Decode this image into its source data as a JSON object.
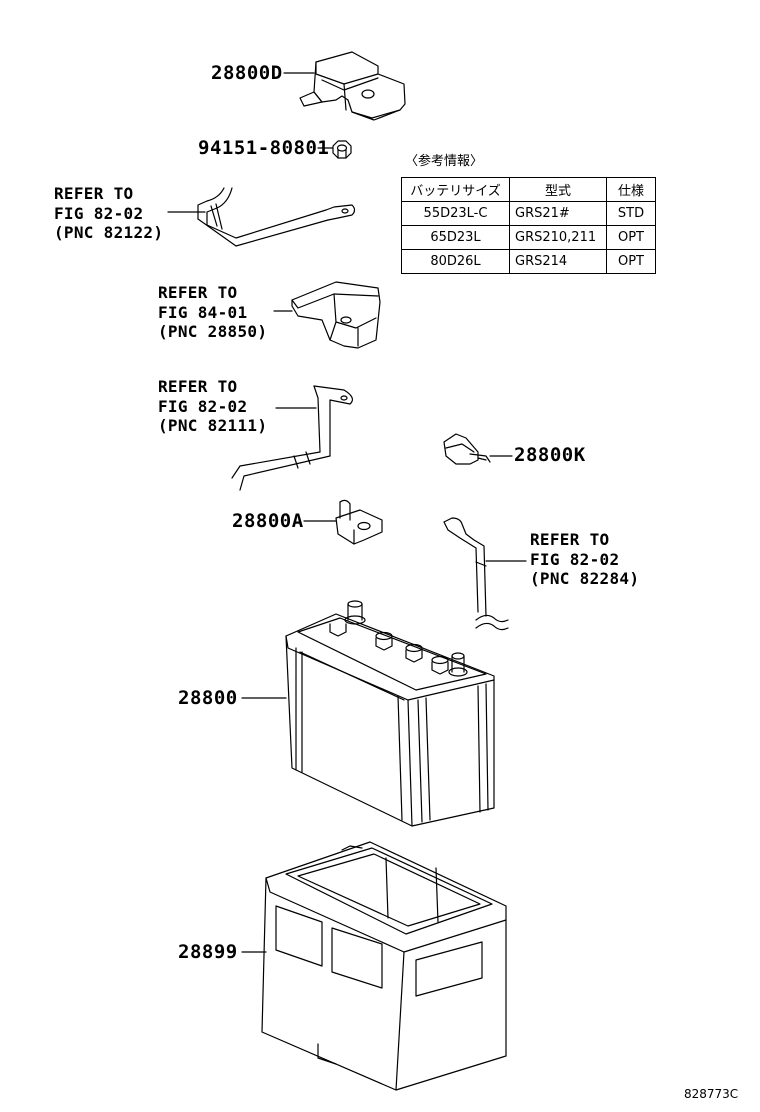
{
  "callouts": {
    "clamp_cover": "28800D",
    "nut": "94151-80801",
    "hold_down": "28800K",
    "terminal": "28800A",
    "battery": "28800",
    "tray": "28899"
  },
  "references": {
    "cable_82122": "REFER TO\nFIG 82-02\n(PNC 82122)",
    "clamp_28850": "REFER TO\nFIG 84-01\n(PNC 28850)",
    "cable_82111": "REFER TO\nFIG 82-02\n(PNC 82111)",
    "cable_82284": "REFER TO\nFIG 82-02\n(PNC 82284)"
  },
  "spec_table": {
    "title": "〈参考情報〉",
    "headers": [
      "バッテリサイズ",
      "型式",
      "仕様"
    ],
    "rows": [
      [
        "55D23L-C",
        "GRS21#",
        "STD"
      ],
      [
        "65D23L",
        "GRS210,211",
        "OPT"
      ],
      [
        "80D26L",
        "GRS214",
        "OPT"
      ]
    ]
  },
  "figure_id": "828773C"
}
